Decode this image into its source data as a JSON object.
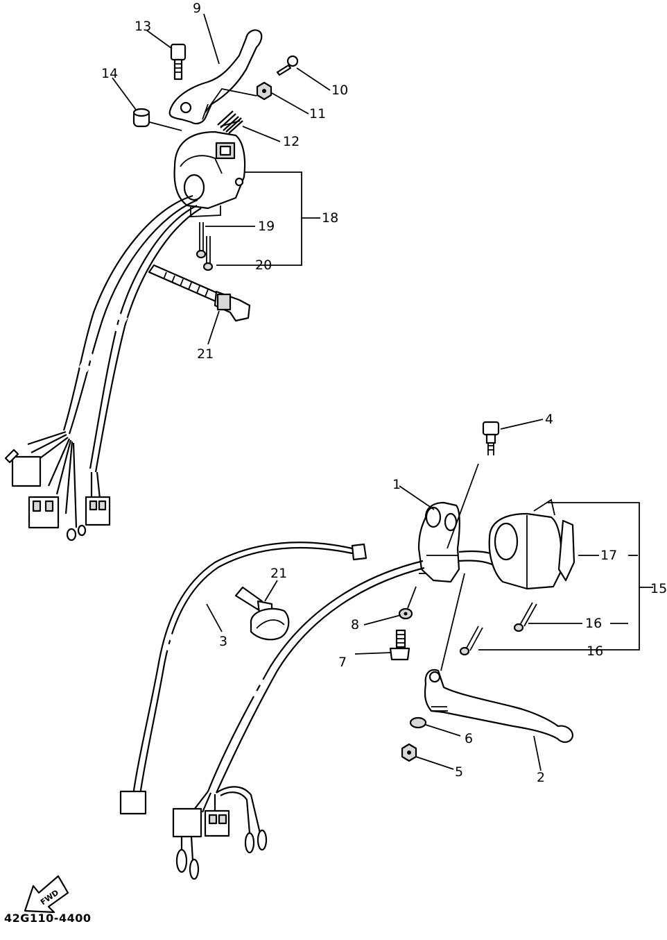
{
  "diagram_code": "42G110-4400",
  "fwd_arrow_text": "FWD",
  "callouts": {
    "c1": "1",
    "c2": "2",
    "c3": "3",
    "c4": "4",
    "c5": "5",
    "c6": "6",
    "c7": "7",
    "c8": "8",
    "c9": "9",
    "c10": "10",
    "c11": "11",
    "c12": "12",
    "c13": "13",
    "c14": "14",
    "c15": "15",
    "c16a": "16",
    "c16b": "16",
    "c17": "17",
    "c18": "18",
    "c19": "19",
    "c20": "20",
    "c21a": "21",
    "c21b": "21"
  }
}
